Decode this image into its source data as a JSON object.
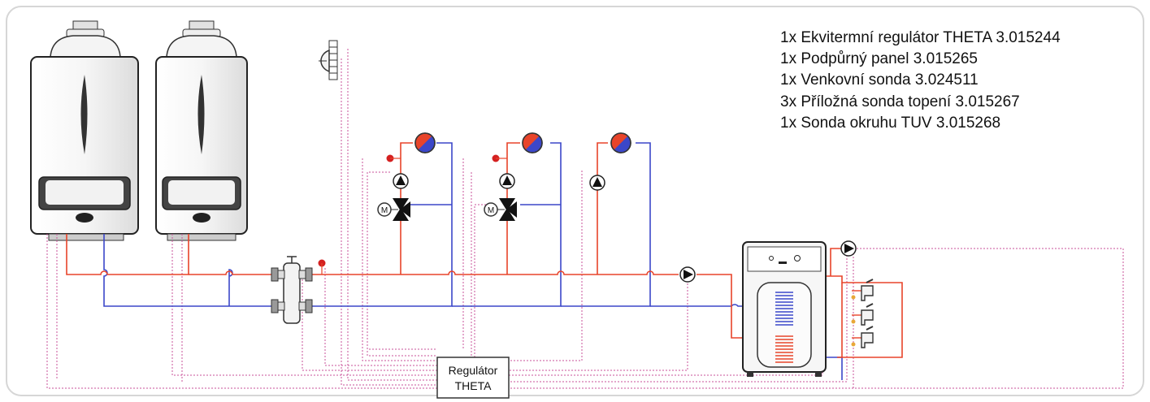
{
  "legend": [
    "1x Ekvitermní regulátor THETA 3.015244",
    "1x Podpůrný panel 3.015265",
    "1x Venkovní sonda 3.024511",
    "3x Příložná sonda topení 3.015267",
    "1x Sonda okruhu TUV 3.015268"
  ],
  "controller": {
    "line1": "Regulátor",
    "line2": "THETA"
  },
  "colors": {
    "supply": "#e8442a",
    "return": "#3b47c9",
    "signal": "#c8529a",
    "outline": "#333333",
    "sensor": "#d42020"
  }
}
